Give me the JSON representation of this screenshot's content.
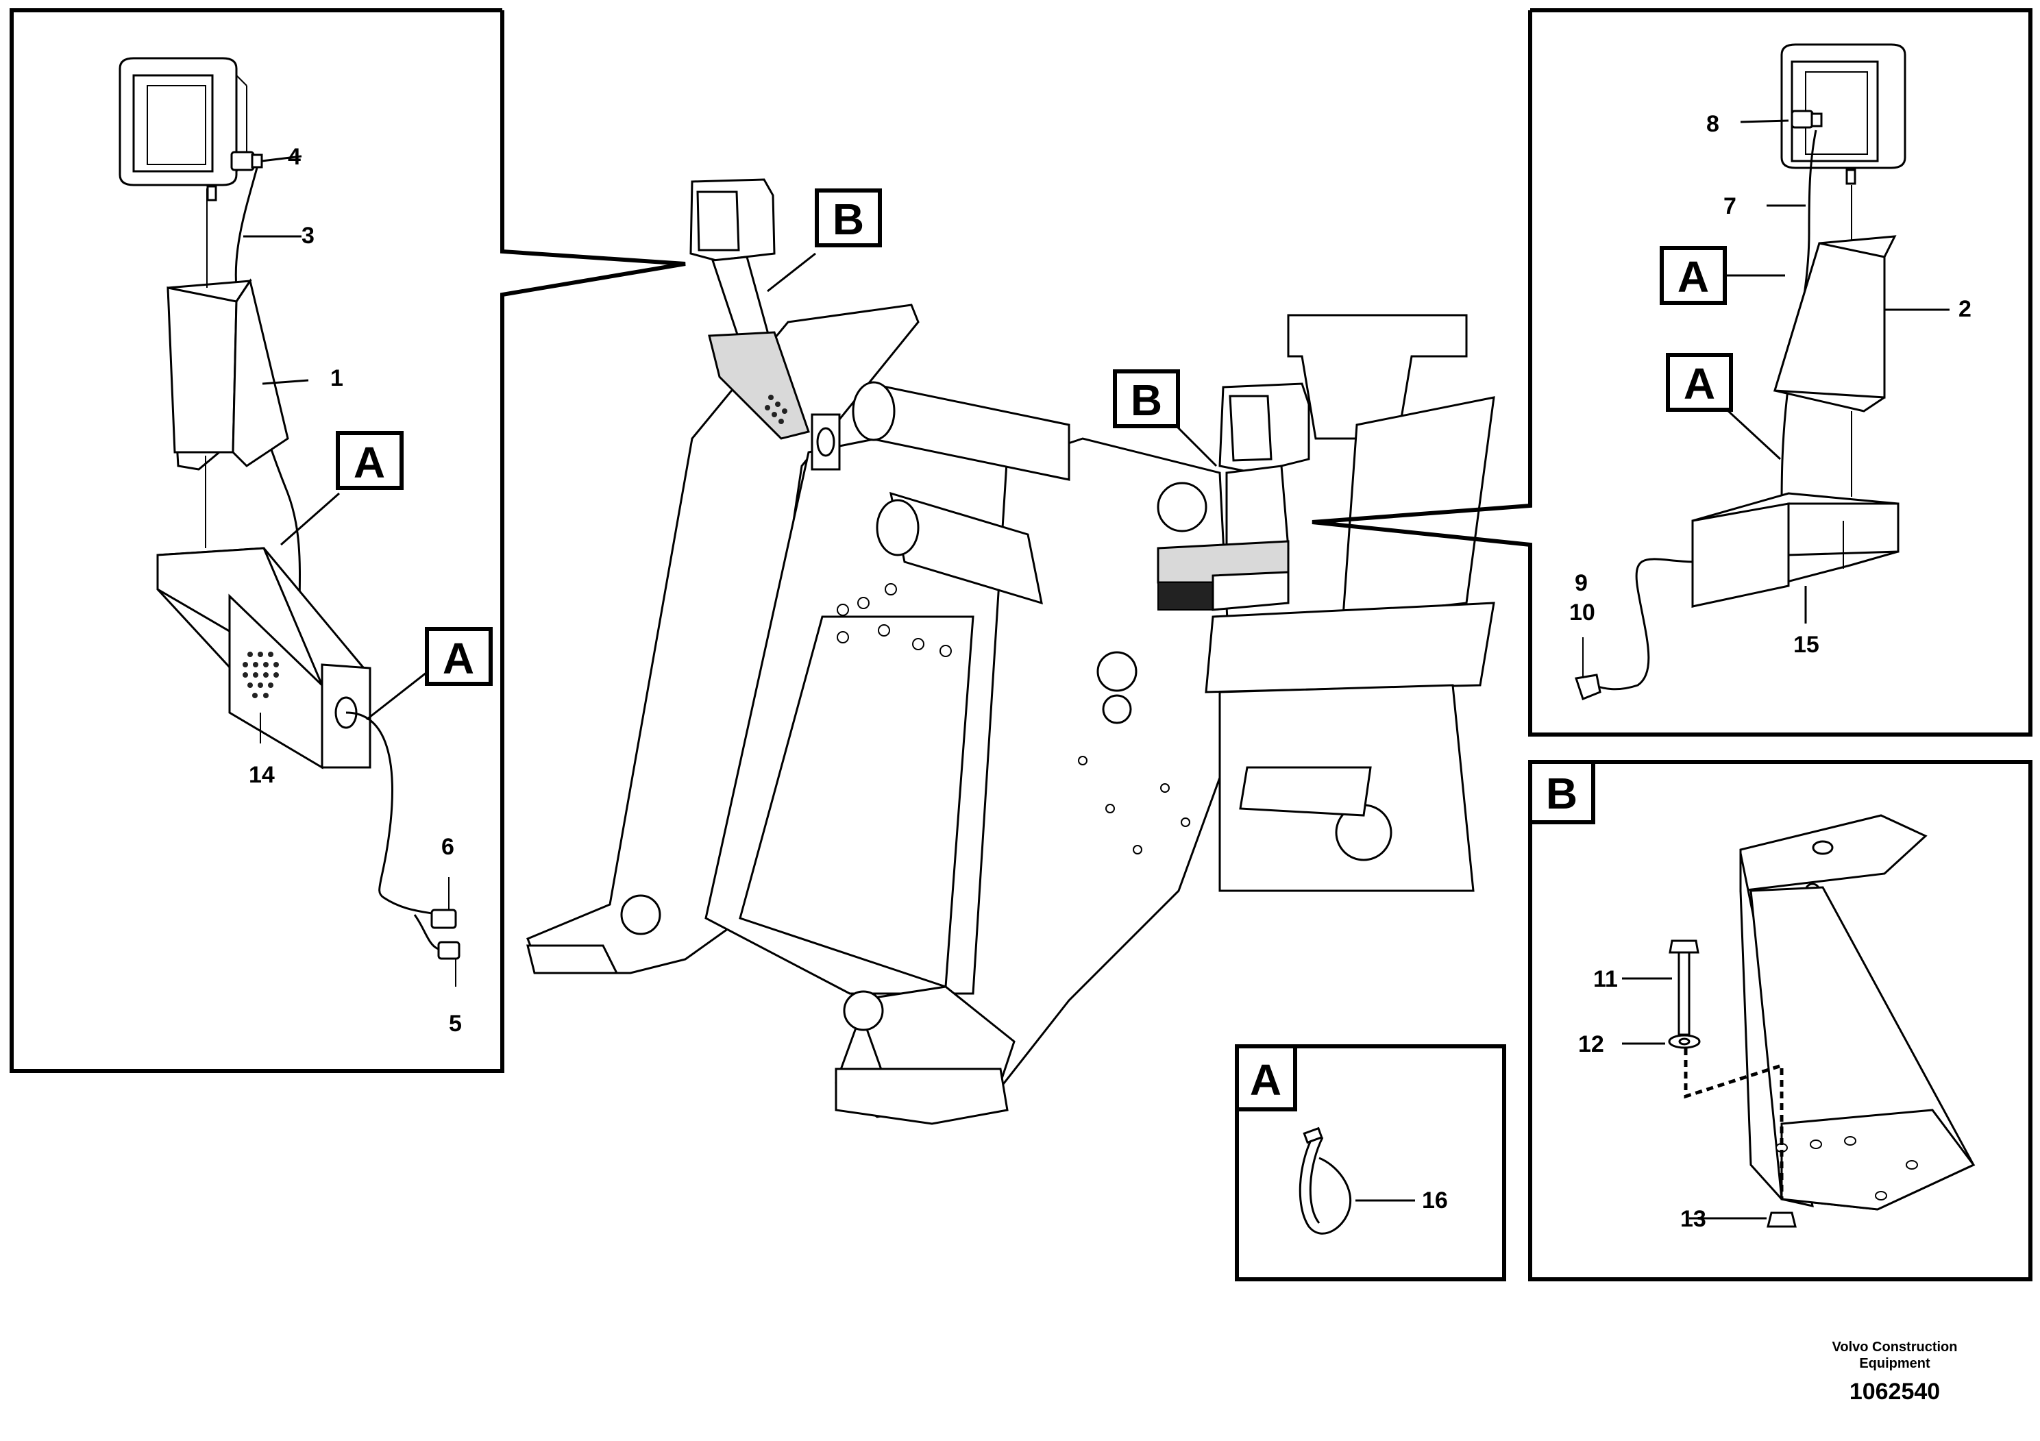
{
  "callout_letters": {
    "left_wire_upper": "A",
    "left_wire_lower": "A",
    "center_left": "B",
    "center_right": "B",
    "right_wire_upper": "A",
    "right_wire_lower": "A",
    "detail_a_title": "A",
    "detail_b_title": "B"
  },
  "part_numbers": {
    "p1": "1",
    "p2": "2",
    "p3": "3",
    "p4": "4",
    "p5": "5",
    "p6": "6",
    "p7": "7",
    "p8": "8",
    "p9": "9",
    "p10": "10",
    "p11": "11",
    "p12": "12",
    "p13": "13",
    "p14": "14",
    "p15": "15",
    "p16": "16"
  },
  "footer": {
    "company_line1": "Volvo Construction",
    "company_line2": "Equipment",
    "drawing_number": "1062540"
  }
}
